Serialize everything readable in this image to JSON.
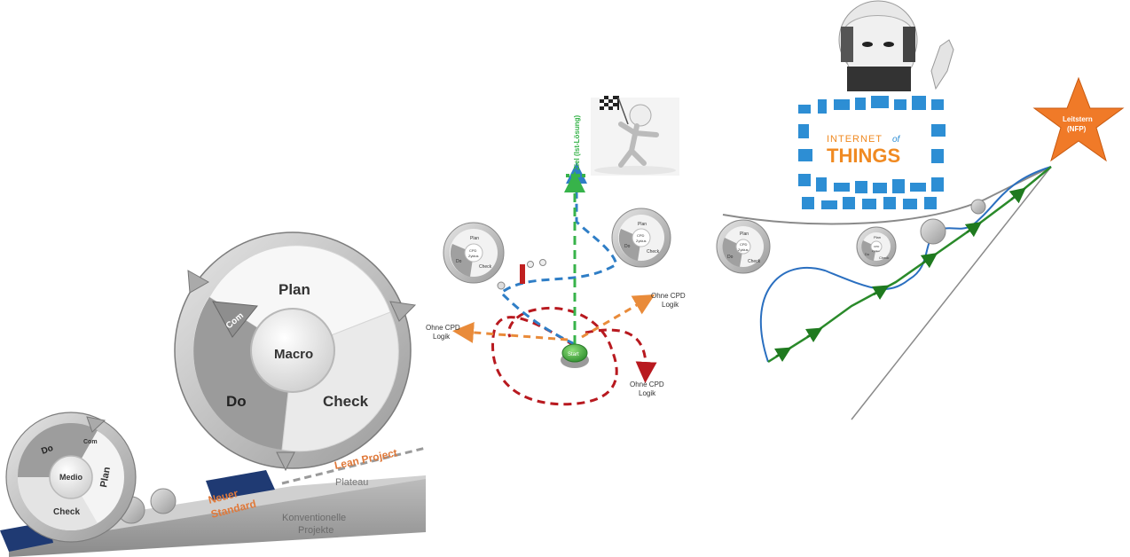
{
  "pdca_large": {
    "plan": "Plan",
    "do": "Do",
    "check": "Check",
    "center": "Macro",
    "com": "Com"
  },
  "pdca_small": {
    "plan": "Plan",
    "do": "Do",
    "check": "Check",
    "center": "Medio",
    "com": "Com"
  },
  "staircase": {
    "lean_project": "Lean Project",
    "plateau": "Plateau",
    "neuer_standard_line1": "Neuer",
    "neuer_standard_line2": "Standard",
    "konventionelle_line1": "Konventionelle",
    "konventionelle_line2": "Projekte"
  },
  "mini_cycle": {
    "plan": "Plan",
    "center_line1": "CPD",
    "center_line2": "Zyklus",
    "do": "Do",
    "check": "Check"
  },
  "middle": {
    "goal_label": "Ziel (Ist-Lösung)",
    "start_label": "Start",
    "ohne_cpd_left": [
      "Ohne CPD",
      "Logik"
    ],
    "ohne_cpd_right": [
      "Ohne CPD",
      "Logik"
    ],
    "ohne_cpd_bottom": [
      "Ohne CPD",
      "Logik"
    ]
  },
  "right": {
    "iot_line1": "INTERNET",
    "iot_of": "of",
    "iot_line2": "THINGS",
    "star_line1": "Leitstern",
    "star_line2": "(NFP)"
  },
  "colors": {
    "star_fill": "#f07a28",
    "blue_dashed": "#2f7ec6",
    "green_dashed": "#37b34a",
    "orange_dashed": "#e98b3a",
    "red_dashed": "#b8191f",
    "green_path": "#2a8a2a",
    "blue_path": "#2a6fc0",
    "iot_icons": "#2d8ed4",
    "iot_orange": "#f08a22",
    "navy_block": "#1f3a73"
  }
}
